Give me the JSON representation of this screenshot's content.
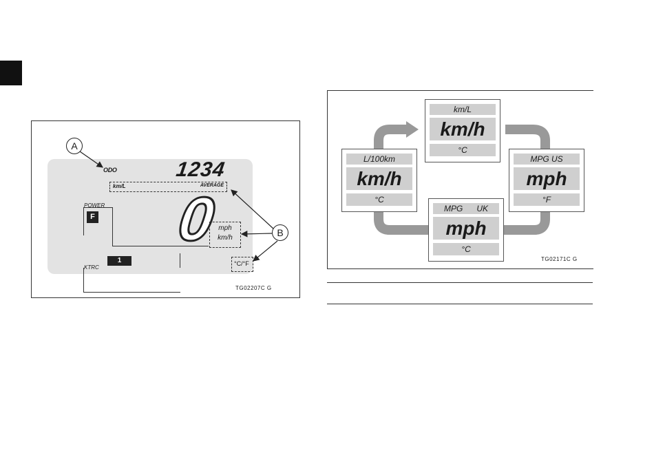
{
  "figure_left": {
    "callout_a": "A",
    "callout_b": "B",
    "odo_label": "ODO",
    "odo_digits": "1234",
    "unit_left": "km/L",
    "unit_right": "AVERAGE",
    "power_label": "POWER",
    "power_mode": "F",
    "speed_value": "0",
    "speed_unit_1": "mph",
    "speed_unit_2": "km/h",
    "ktrc_label": "KTRC",
    "ktrc_mode": "1",
    "temp_unit": "°C/°F",
    "figure_code": "TG02207C   G"
  },
  "figure_right": {
    "panels": {
      "top": {
        "top": "km/L",
        "mid": "km/h",
        "bot": "°C"
      },
      "left": {
        "top": "L/100km",
        "mid": "km/h",
        "bot": "°C"
      },
      "right": {
        "top": "MPG US",
        "mid": "mph",
        "bot": "°F"
      },
      "bottom": {
        "top": "MPG      UK",
        "mid": "mph",
        "bot": "°C"
      }
    },
    "figure_code": "TG02171C   G"
  },
  "colors": {
    "lcd_background": "#e3e3e3",
    "panel_segment": "#cfcfcf",
    "arrow": "#999999"
  }
}
